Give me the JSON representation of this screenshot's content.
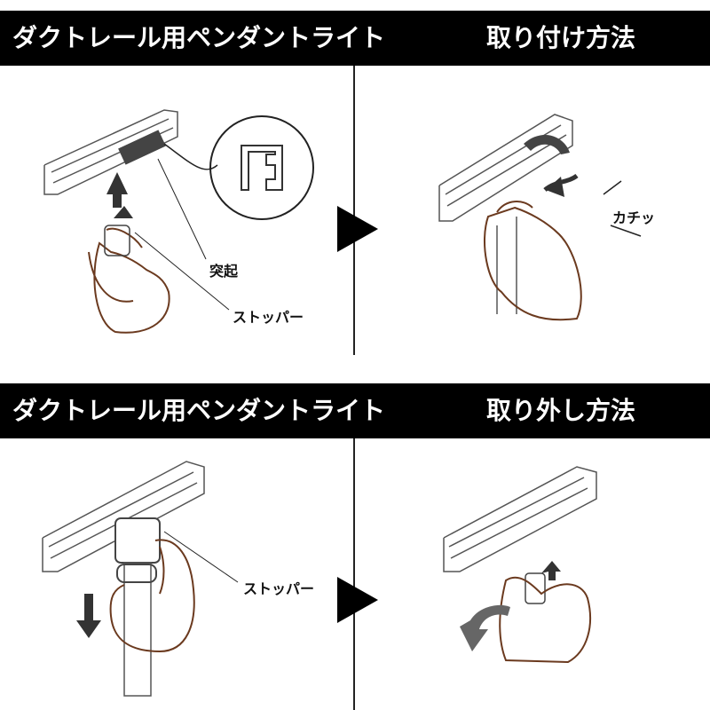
{
  "sections": [
    {
      "banner_left": "ダクトレール用ペンダントライト",
      "banner_right": "取り付け方法",
      "left_panel": {
        "label_bump": "突起",
        "label_stopper": "ストッパー"
      },
      "right_panel": {
        "label_click": "カチッ"
      }
    },
    {
      "banner_left": "ダクトレール用ペンダントライト",
      "banner_right": "取り外し方法",
      "left_panel": {
        "label_stopper": "ストッパー"
      }
    }
  ],
  "colors": {
    "banner_bg": "#000000",
    "banner_text": "#ffffff",
    "hand_stroke": "#6b3a1f",
    "arrow_gray": "#666666",
    "rail_stroke": "#555555"
  }
}
